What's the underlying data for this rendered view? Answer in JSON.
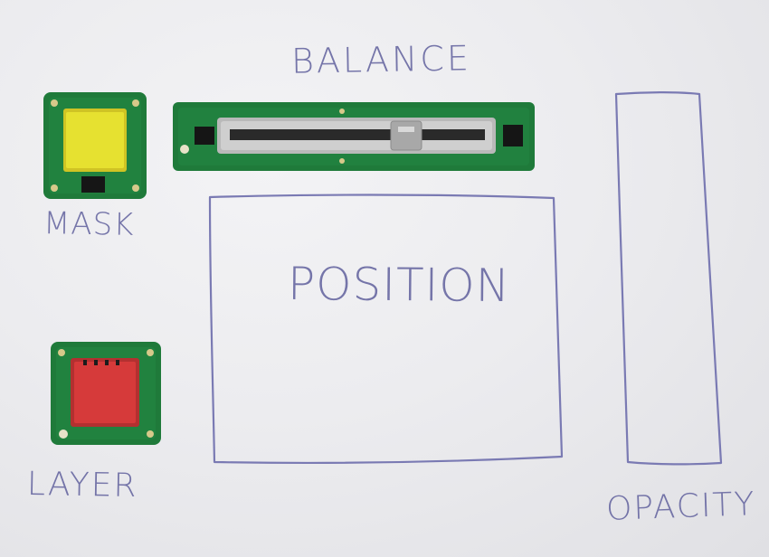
{
  "labels": {
    "balance": "BALANCE",
    "mask": "MASK",
    "position": "POSITION",
    "layer": "LAYER",
    "opacity": "OPACITY"
  },
  "colors": {
    "paper": "#ececef",
    "ink": "#6b6ba3",
    "pcb_green": "#1f7a3a",
    "mask_button": "#e6e130",
    "layer_button": "#d63a3a",
    "slider_track": "#b9b9b9"
  },
  "components": {
    "mask_control": "yellow-push-button",
    "layer_control": "red-push-button",
    "balance_control": "linear-slide-potentiometer",
    "position_area": "touch-pad-outline",
    "opacity_area": "vertical-strip-outline"
  }
}
